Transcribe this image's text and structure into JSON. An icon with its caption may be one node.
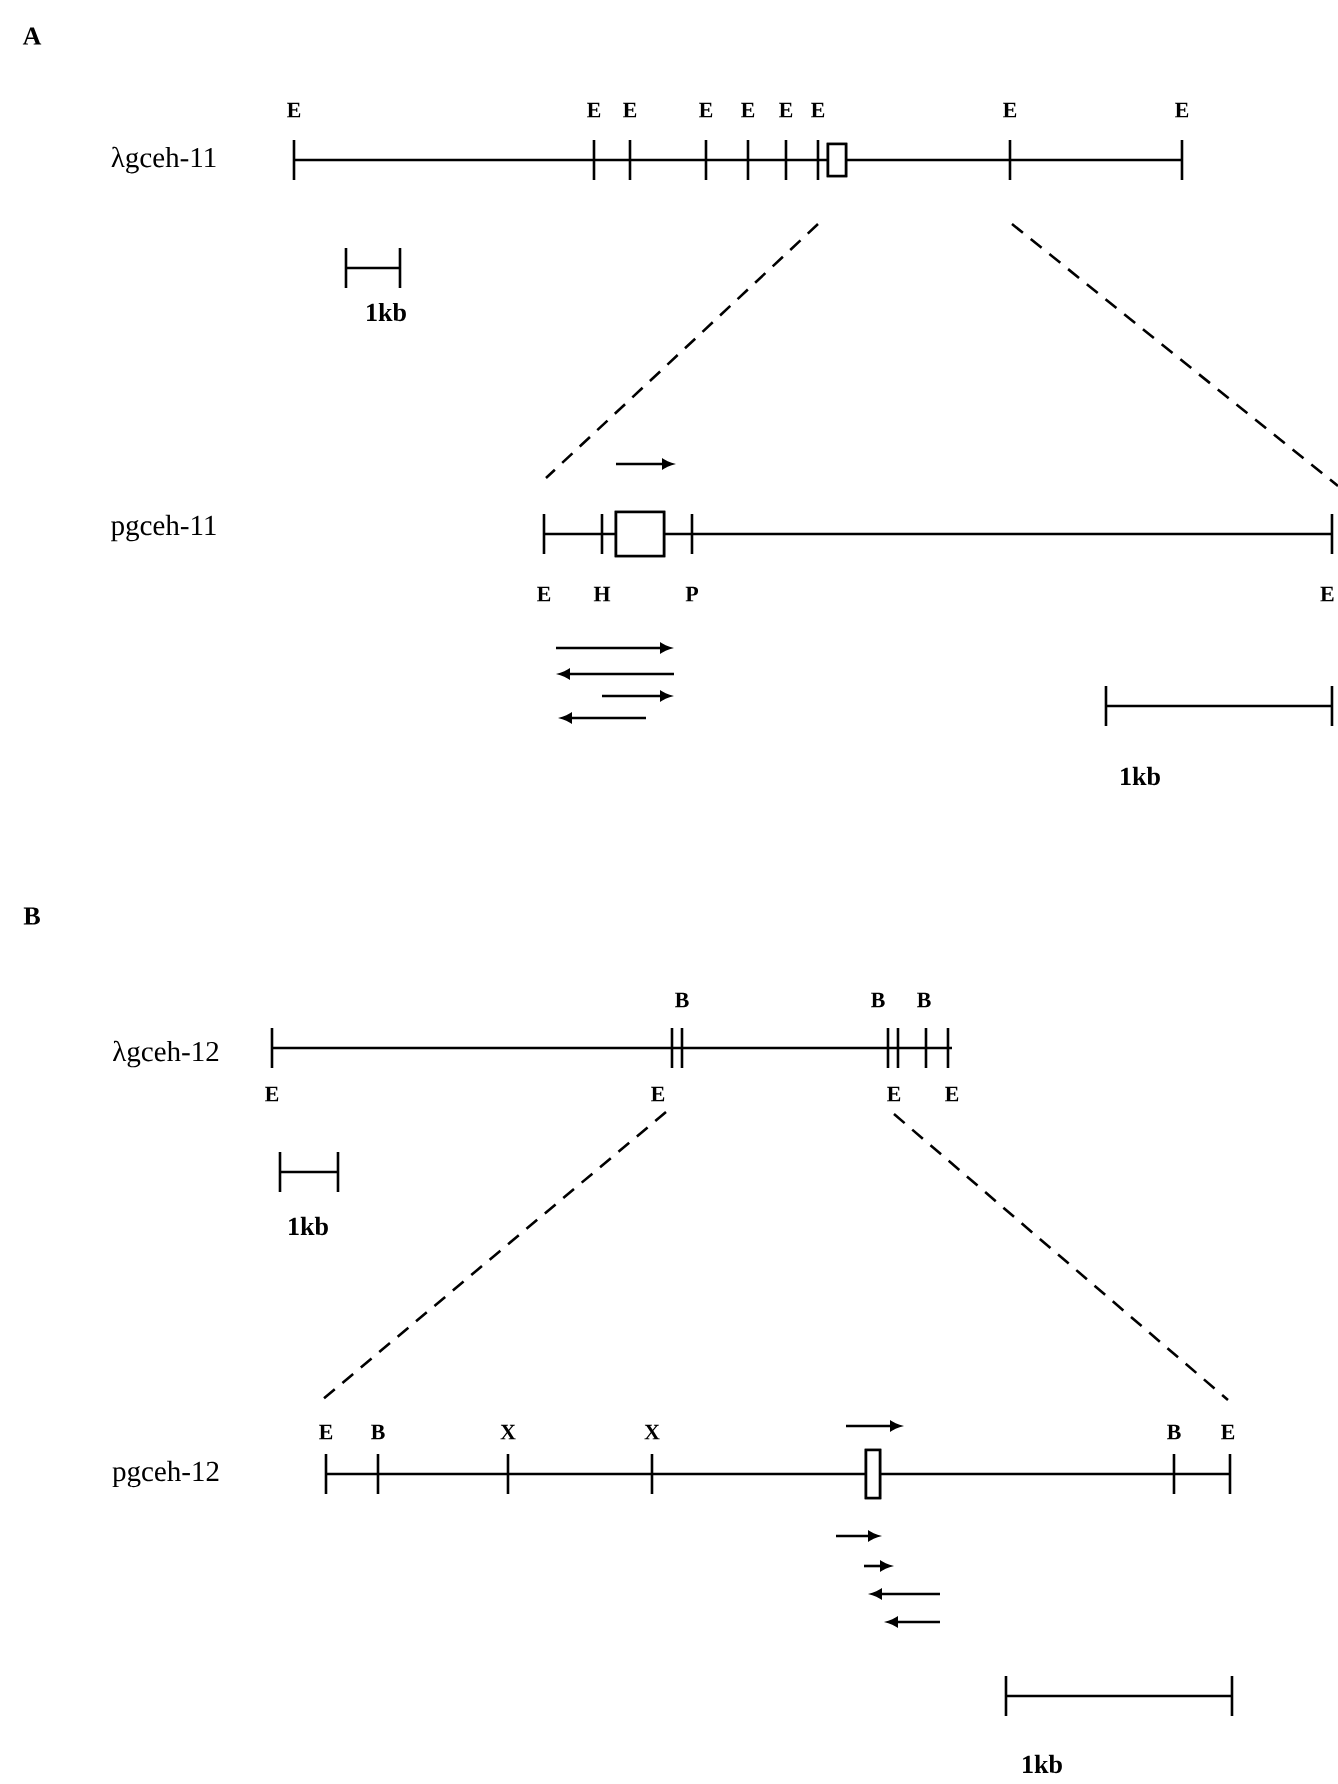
{
  "diagram": {
    "labels": [
      "A",
      "E",
      "E",
      "E",
      "E",
      "E",
      "E",
      "E",
      "E",
      "E",
      "λgceh-11",
      "1kb",
      "pgceh-11",
      "E",
      "H",
      "P",
      "E",
      "1kb",
      "B",
      "B",
      "B",
      "B",
      "λgceh-12",
      "E",
      "E",
      "E",
      "E",
      "1kb",
      "E",
      "B",
      "X",
      "X",
      "B",
      "E",
      "pgceh-12",
      "1kb"
    ]
  }
}
